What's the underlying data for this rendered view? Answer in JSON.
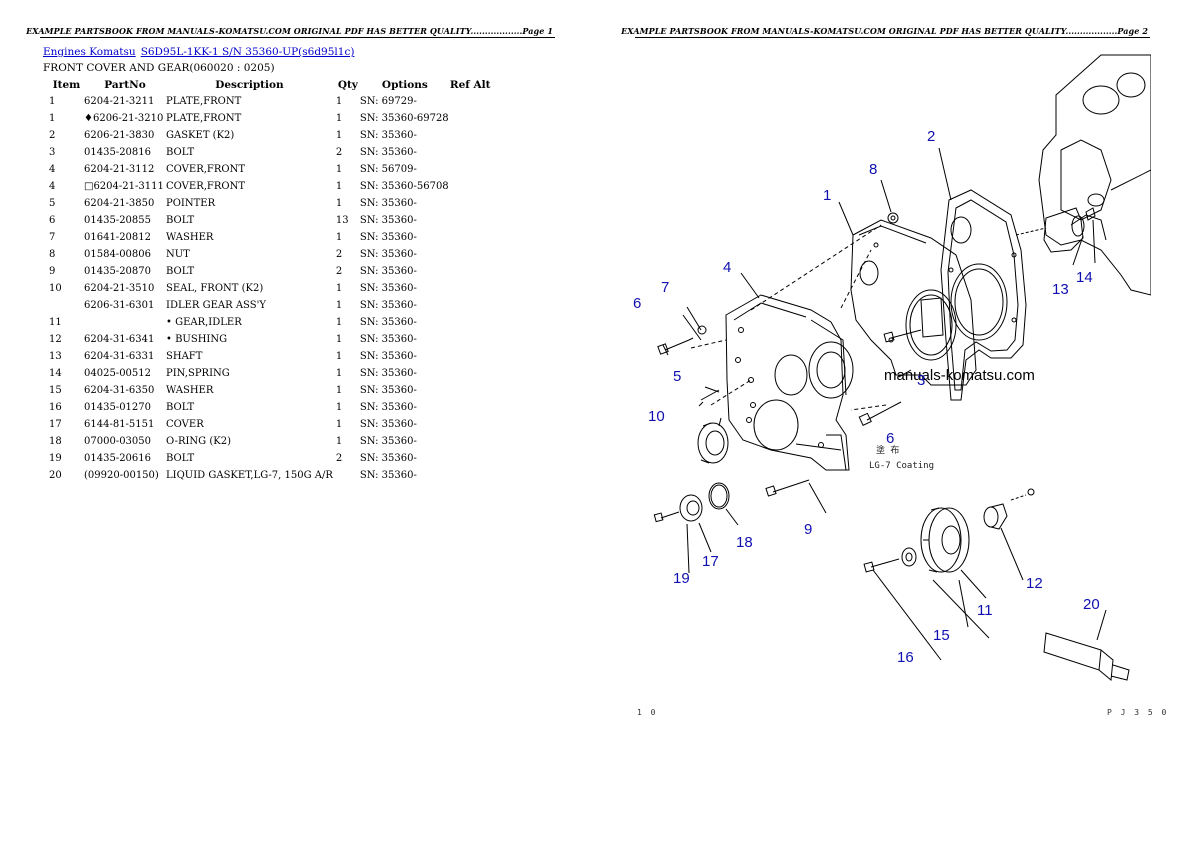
{
  "left_page": {
    "header": "EXAMPLE PARTSBOOK FROM MANUALS-KOMATSU.COM ORIGINAL PDF HAS BETTER QUALITY..................Page 1",
    "breadcrumbs": [
      "Engines Komatsu",
      "S6D95L-1KK-1 S/N 35360-UP(s6d95l1c)"
    ],
    "subtitle": "FRONT COVER AND GEAR(060020 : 0205)",
    "columns": [
      "Item",
      "PartNo",
      "Description",
      "Qty",
      "Options",
      "Ref Alt"
    ],
    "rows": [
      {
        "item": "1",
        "part": "6204-21-3211",
        "desc": "PLATE,FRONT",
        "qty": "1",
        "opt": "SN: 69729-"
      },
      {
        "item": "1",
        "part": "♦6206-21-3210",
        "desc": "PLATE,FRONT",
        "qty": "1",
        "opt": "SN: 35360-69728"
      },
      {
        "item": "2",
        "part": "6206-21-3830",
        "desc": "GASKET (K2)",
        "qty": "1",
        "opt": "SN: 35360-"
      },
      {
        "item": "3",
        "part": "01435-20816",
        "desc": "BOLT",
        "qty": "2",
        "opt": "SN: 35360-"
      },
      {
        "item": "4",
        "part": "6204-21-3112",
        "desc": "COVER,FRONT",
        "qty": "1",
        "opt": "SN: 56709-"
      },
      {
        "item": "4",
        "part": "□6204-21-3111",
        "desc": "COVER,FRONT",
        "qty": "1",
        "opt": "SN: 35360-56708"
      },
      {
        "item": "5",
        "part": "6204-21-3850",
        "desc": "POINTER",
        "qty": "1",
        "opt": "SN: 35360-"
      },
      {
        "item": "6",
        "part": "01435-20855",
        "desc": "BOLT",
        "qty": "13",
        "opt": "SN: 35360-"
      },
      {
        "item": "7",
        "part": "01641-20812",
        "desc": "WASHER",
        "qty": "1",
        "opt": "SN: 35360-"
      },
      {
        "item": "8",
        "part": "01584-00806",
        "desc": "NUT",
        "qty": "2",
        "opt": "SN: 35360-"
      },
      {
        "item": "9",
        "part": "01435-20870",
        "desc": "BOLT",
        "qty": "2",
        "opt": "SN: 35360-"
      },
      {
        "item": "10",
        "part": "6204-21-3510",
        "desc": "SEAL, FRONT (K2)",
        "qty": "1",
        "opt": "SN: 35360-"
      },
      {
        "item": "",
        "part": "6206-31-6301",
        "desc": "IDLER GEAR ASS'Y",
        "qty": "1",
        "opt": "SN: 35360-"
      },
      {
        "item": "11",
        "part": "",
        "desc": "• GEAR,IDLER",
        "qty": "1",
        "opt": "SN: 35360-"
      },
      {
        "item": "12",
        "part": "6204-31-6341",
        "desc": "• BUSHING",
        "qty": "1",
        "opt": "SN: 35360-"
      },
      {
        "item": "13",
        "part": "6204-31-6331",
        "desc": "SHAFT",
        "qty": "1",
        "opt": "SN: 35360-"
      },
      {
        "item": "14",
        "part": "04025-00512",
        "desc": "PIN,SPRING",
        "qty": "1",
        "opt": "SN: 35360-"
      },
      {
        "item": "15",
        "part": "6204-31-6350",
        "desc": "WASHER",
        "qty": "1",
        "opt": "SN: 35360-"
      },
      {
        "item": "16",
        "part": "01435-01270",
        "desc": "BOLT",
        "qty": "1",
        "opt": "SN: 35360-"
      },
      {
        "item": "17",
        "part": "6144-81-5151",
        "desc": "COVER",
        "qty": "1",
        "opt": "SN: 35360-"
      },
      {
        "item": "18",
        "part": "07000-03050",
        "desc": "O-RING (K2)",
        "qty": "1",
        "opt": "SN: 35360-"
      },
      {
        "item": "19",
        "part": "01435-20616",
        "desc": "BOLT",
        "qty": "2",
        "opt": "SN: 35360-"
      },
      {
        "item": "20",
        "part": "(09920-00150)",
        "desc": "LIQUID GASKET,LG-7, 150G A/R",
        "qty": "",
        "opt": "SN: 35360-"
      }
    ]
  },
  "right_page": {
    "header": "EXAMPLE PARTSBOOK FROM MANUALS-KOMATSU.COM ORIGINAL PDF HAS BETTER QUALITY..................Page 2",
    "watermark": "manuals-komatsu.com",
    "coating_text": "LG-7 Coating",
    "coating_kanji": "塗 布",
    "footer_left": "1 0",
    "footer_right": "P J 3 5 0",
    "callouts": [
      "1",
      "2",
      "3",
      "4",
      "5",
      "6",
      "6",
      "7",
      "8",
      "9",
      "10",
      "11",
      "12",
      "13",
      "14",
      "15",
      "16",
      "17",
      "18",
      "19",
      "20"
    ],
    "line_color": "#000000",
    "callout_color": "#1010b0"
  }
}
